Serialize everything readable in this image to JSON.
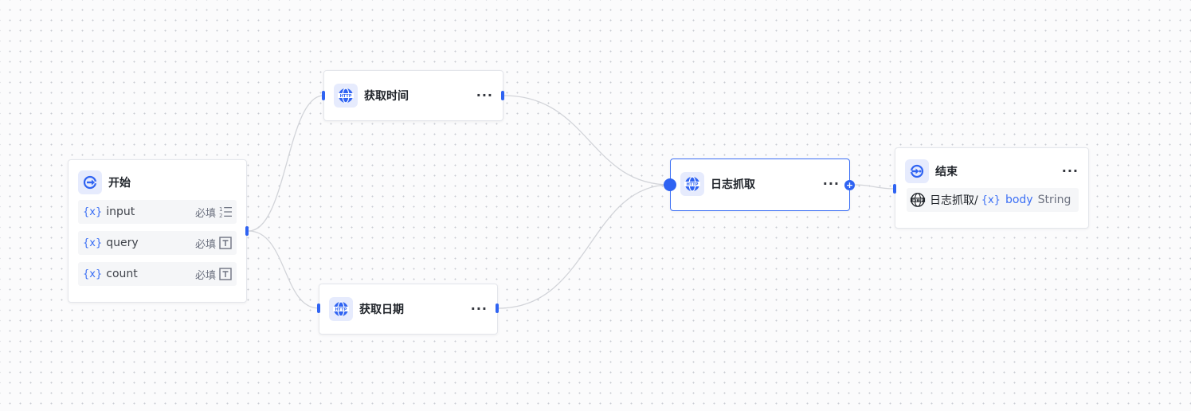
{
  "canvas": {
    "accent_color": "#2f63f2",
    "edge_color": "#d2d4d9"
  },
  "nodes": {
    "start": {
      "title": "开始",
      "icon": "start-icon",
      "variables": [
        {
          "tag": "{x}",
          "name": "input",
          "required": "必填",
          "type_icon": "number-list-icon"
        },
        {
          "tag": "{x}",
          "name": "query",
          "required": "必填",
          "type_icon": "text-type-icon"
        },
        {
          "tag": "{x}",
          "name": "count",
          "required": "必填",
          "type_icon": "text-type-icon"
        }
      ]
    },
    "get_time": {
      "title": "获取时间",
      "icon": "http-globe-icon",
      "more": "···"
    },
    "get_date": {
      "title": "获取日期",
      "icon": "http-globe-icon",
      "more": "···"
    },
    "log_fetch": {
      "title": "日志抓取",
      "icon": "http-globe-icon",
      "more": "···",
      "selected": true
    },
    "end": {
      "title": "结束",
      "icon": "end-icon",
      "more": "···",
      "output": {
        "source": "日志抓取/",
        "tag": "{x}",
        "name": "body",
        "type": "String"
      }
    }
  }
}
